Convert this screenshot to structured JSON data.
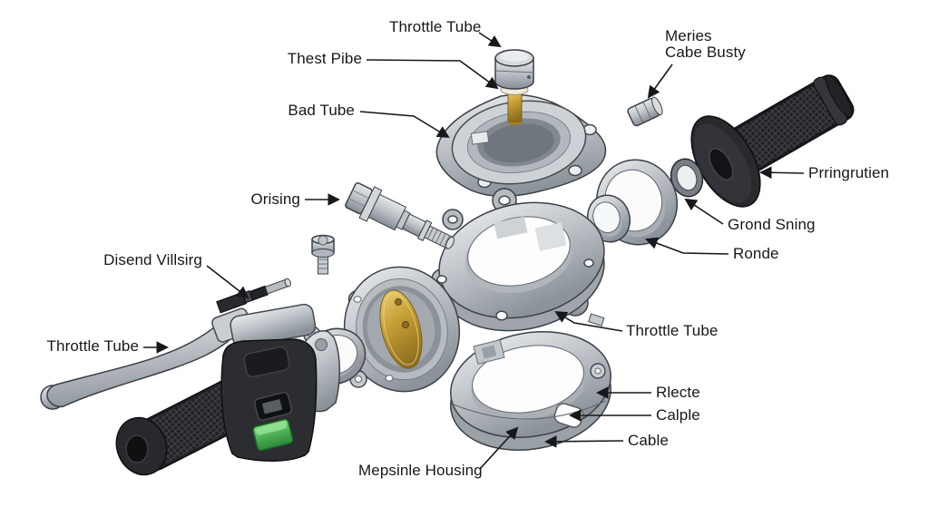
{
  "figure_type": "exploded-parts-diagram",
  "labels": [
    {
      "id": "throttle-tube-top",
      "text": "Throttle Tube"
    },
    {
      "id": "thest-pibe",
      "text": "Thest Pibe"
    },
    {
      "id": "bad-tube",
      "text": "Bad Tube"
    },
    {
      "id": "meries-cabe-busty",
      "text": "Meries\nCabe Busty"
    },
    {
      "id": "prringrutien",
      "text": "Prringrutien"
    },
    {
      "id": "grond-sning",
      "text": "Grond Sning"
    },
    {
      "id": "ronde",
      "text": "Ronde"
    },
    {
      "id": "orising",
      "text": "Orising"
    },
    {
      "id": "disend-villsirg",
      "text": "Disend Villsirg"
    },
    {
      "id": "throttle-tube-left",
      "text": "Throttle Tube"
    },
    {
      "id": "throttle-tube-mid",
      "text": "Throttle Tube"
    },
    {
      "id": "rlecte",
      "text": "Rlecte"
    },
    {
      "id": "calple",
      "text": "Calple"
    },
    {
      "id": "cable",
      "text": "Cable"
    },
    {
      "id": "mepsinle-housing",
      "text": "Mepsinle Housing"
    }
  ],
  "colors": {
    "background": "#ffffff",
    "label_text": "#17181a",
    "leader_line": "#17181a",
    "metal_light": "#e9ebed",
    "metal_mid": "#c2c7cc",
    "metal_dark": "#8c939a",
    "rubber_black": "#26272b",
    "brass": "#c79f35",
    "washer_cream": "#f0ead9",
    "green_button": "#4cae54"
  }
}
